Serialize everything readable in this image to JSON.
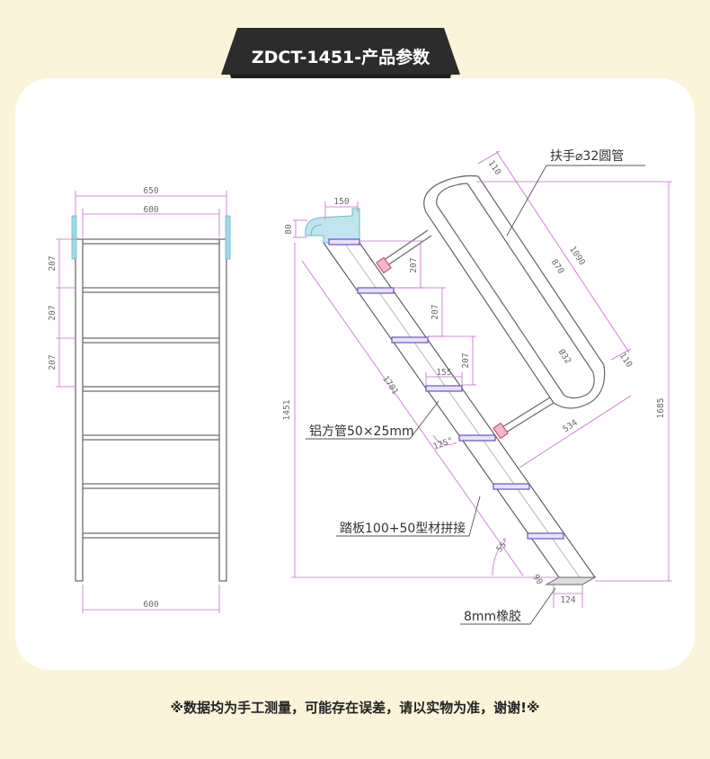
{
  "header": {
    "title": "ZDCT-1451-产品参数"
  },
  "front_view": {
    "width_outer": "650",
    "width_inner": "600",
    "step_spacing": [
      "207",
      "207",
      "207"
    ],
    "bottom_width": "600"
  },
  "side_view": {
    "top_platform_width": "150",
    "hook_height": "80",
    "step_rises": [
      "207",
      "207",
      "207"
    ],
    "tread_depth": "155",
    "total_height_left": "1451",
    "total_height_right": "1685",
    "rail_length_diag": "1701",
    "handrail_length_outer": "1090",
    "handrail_length_inner": "870",
    "handrail_width_top": "110",
    "handrail_width_bottom": "110",
    "handrail_tube_diameter": "Ø32",
    "handrail_offset": "534",
    "angle_top": "125°",
    "angle_bottom": "55°",
    "foot_height": "90",
    "foot_width": "124"
  },
  "labels": {
    "handrail": "扶手⌀32圆管",
    "rail_tube": "铝方管50×25mm",
    "tread": "踏板100+50型材拼接",
    "rubber": "8mm橡胶"
  },
  "footer": {
    "note": "※数据均为手工测量，可能存在误差，请以实物为准，谢谢!※"
  },
  "colors": {
    "background": "#fbf3da",
    "banner": "#2c2c2c",
    "dimension_line": "#c26bc9",
    "tread": "#6c4fc7"
  }
}
